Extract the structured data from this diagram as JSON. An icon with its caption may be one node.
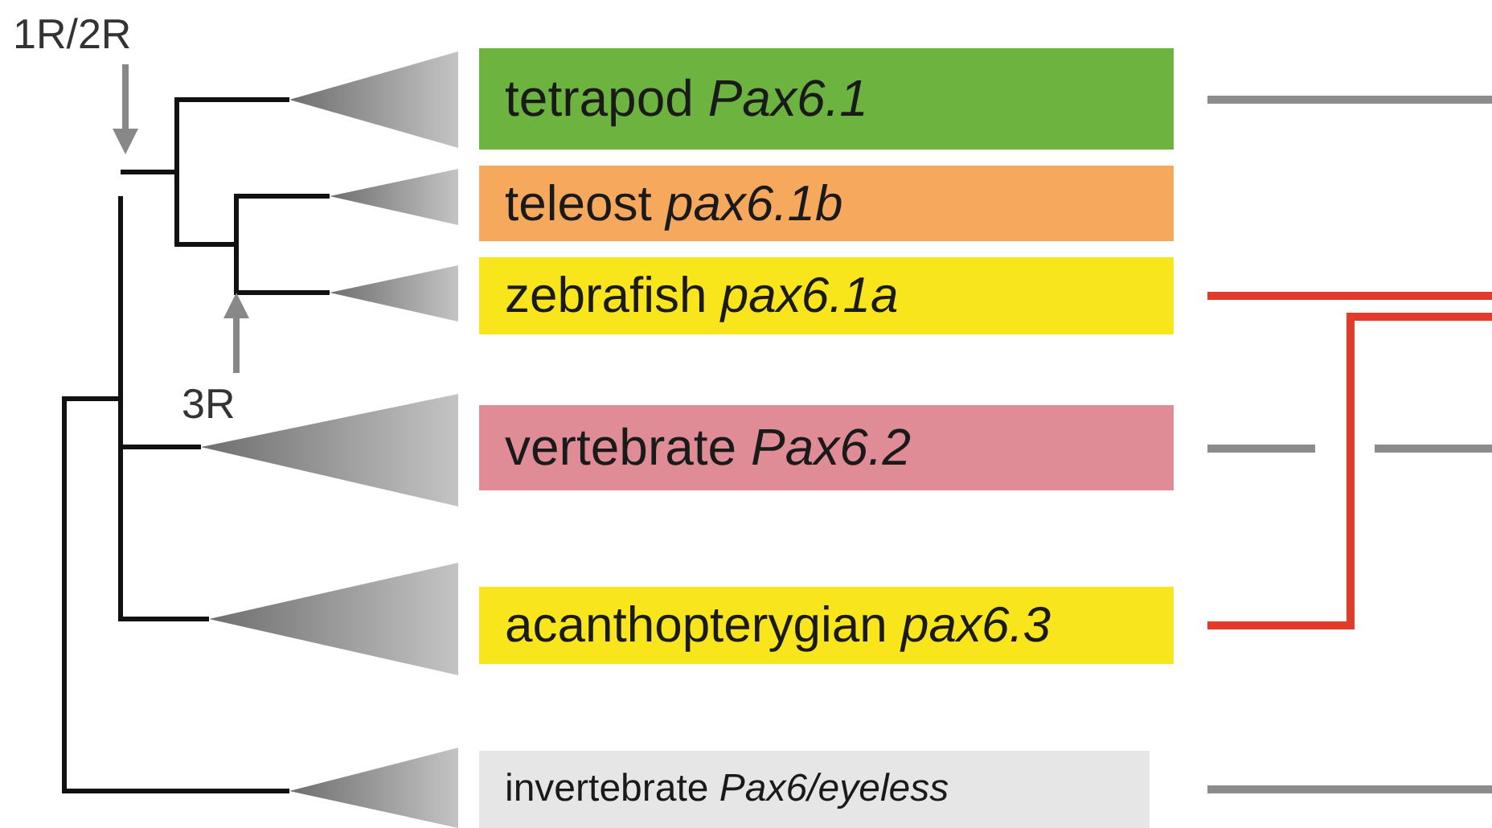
{
  "diagram": {
    "nodes": [
      {
        "text": [
          "tetrapod *Pax6.1*"
        ]
      },
      {
        "text": [
          "teleost *pax6.1b*"
        ]
      },
      {
        "text": [
          "zebrafish *pax6.1a*"
        ]
      },
      {
        "text": [
          "vertebrate *Pax6.2*"
        ]
      },
      {
        "text": [
          "acanthopterygian *pax6.3*"
        ]
      },
      {
        "text": [
          "invertebrate *Pax6/eyeless*"
        ]
      }
    ],
    "edges": [
      {
        "from": 0,
        "to": null,
        "arrow": "none"
      },
      {
        "from": 2,
        "to": null,
        "arrow": "none",
        "color": "#e23b2a"
      },
      {
        "from": 3,
        "to": null,
        "arrow": "none"
      },
      {
        "from": 4,
        "to": null,
        "arrow": "none",
        "color": "#e23b2a"
      },
      {
        "from": 5,
        "to": null,
        "arrow": "none"
      }
    ],
    "labels": [
      "1R/2R",
      "3R"
    ]
  }
}
